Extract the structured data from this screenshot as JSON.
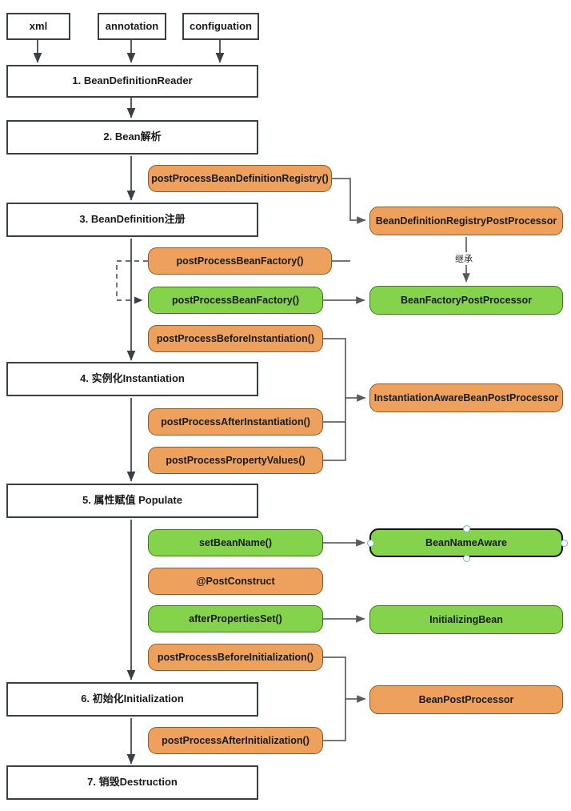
{
  "diagram": {
    "title": "Spring Bean Lifecycle",
    "colors": {
      "orange_fill": "#eda15c",
      "orange_stroke": "#8a5a28",
      "green_fill": "#85d34c",
      "green_stroke": "#3f7a18",
      "rect_stroke": "#3a3f44",
      "rect_fill": "#ffffff",
      "connector": "#4a4a4a",
      "handle": "#6fb6e0"
    },
    "sources": [
      {
        "id": "src-xml",
        "label": "xml"
      },
      {
        "id": "src-annotation",
        "label": "annotation"
      },
      {
        "id": "src-configuation",
        "label": "configuation"
      }
    ],
    "stages": [
      {
        "id": "stage-1",
        "label": "1. BeanDefinitionReader"
      },
      {
        "id": "stage-2",
        "label": "2. Bean解析"
      },
      {
        "id": "stage-3",
        "label": "3. BeanDefinition注册"
      },
      {
        "id": "stage-4",
        "label": "4. 实例化Instantiation"
      },
      {
        "id": "stage-5",
        "label": "5. 属性赋值 Populate"
      },
      {
        "id": "stage-6",
        "label": "6. 初始化Initialization"
      },
      {
        "id": "stage-7",
        "label": "7. 销毁Destruction"
      }
    ],
    "hooks": [
      {
        "id": "hook-ppbdr",
        "label": "postProcessBeanDefinitionRegistry()",
        "color": "orange"
      },
      {
        "id": "hook-ppbf-orange",
        "label": "postProcessBeanFactory()",
        "color": "orange"
      },
      {
        "id": "hook-ppbf-green",
        "label": "postProcessBeanFactory()",
        "color": "green"
      },
      {
        "id": "hook-ppbi",
        "label": "postProcessBeforeInstantiation()",
        "color": "orange"
      },
      {
        "id": "hook-ppai",
        "label": "postProcessAfterInstantiation()",
        "color": "orange"
      },
      {
        "id": "hook-pppv",
        "label": "postProcessPropertyValues()",
        "color": "orange"
      },
      {
        "id": "hook-setbeanname",
        "label": "setBeanName()",
        "color": "green"
      },
      {
        "id": "hook-postconstruct",
        "label": "@PostConstruct",
        "color": "orange"
      },
      {
        "id": "hook-afterprops",
        "label": "afterPropertiesSet()",
        "color": "green"
      },
      {
        "id": "hook-ppbinit",
        "label": "postProcessBeforeInitialization()",
        "color": "orange"
      },
      {
        "id": "hook-ppainit",
        "label": "postProcessAfterInitialization()",
        "color": "orange"
      }
    ],
    "interfaces": [
      {
        "id": "iface-bdrpp",
        "label": "BeanDefinitionRegistryPostProcessor",
        "color": "orange"
      },
      {
        "id": "iface-bfpp",
        "label": "BeanFactoryPostProcessor",
        "color": "green"
      },
      {
        "id": "iface-iabpp",
        "label": "InstantiationAwareBeanPostProcessor",
        "color": "orange"
      },
      {
        "id": "iface-bna",
        "label": "BeanNameAware",
        "color": "green",
        "selected": true
      },
      {
        "id": "iface-ib",
        "label": "InitializingBean",
        "color": "green"
      },
      {
        "id": "iface-bpp",
        "label": "BeanPostProcessor",
        "color": "orange"
      }
    ],
    "edge_labels": [
      {
        "id": "label-inherit",
        "text": "继承"
      }
    ],
    "watermark": {
      "text": ""
    }
  }
}
